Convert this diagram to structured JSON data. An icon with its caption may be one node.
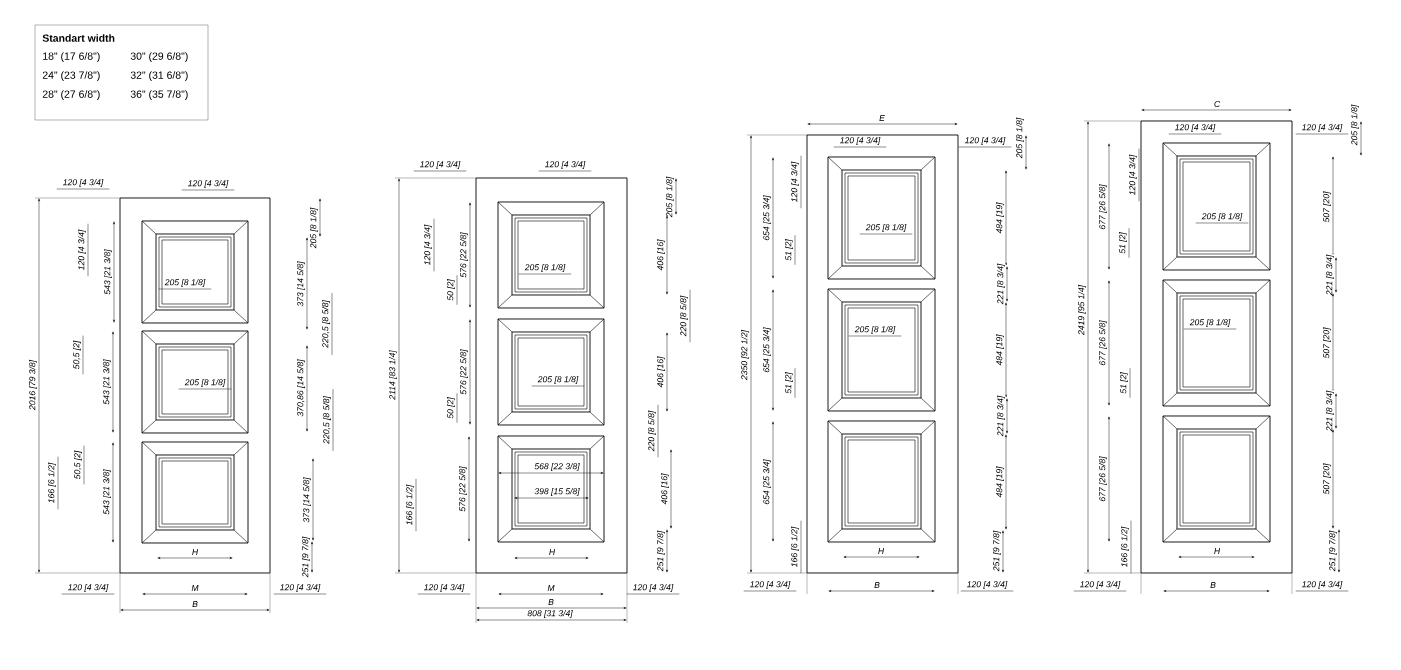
{
  "diagram": {
    "labels": [
      "Standart width",
      "18\" (17 6/8\")",
      "30\" (29 6/8\")",
      "24\" (23 7/8\")",
      "32\" (31 6/8\")",
      "28\" (27 6/8\")",
      "36\" (35 7/8\")",
      "120 [4 3/4]",
      "120 [4 3/4]",
      "205 [8 1/8]",
      "120 [4 3/4]",
      "543 [21 3/8]",
      "205 [8 1/8]",
      "373 [14 5/8]",
      "220,5 [8 5/8]",
      "50,5 [2]",
      "543 [21 3/8]",
      "205 [8 1/8]",
      "370,86 [14 5/8]",
      "220,5 [8 5/8]",
      "50,5 [2]",
      "2016 [79 3/8]",
      "166 [6 1/2]",
      "543 [21 3/8]",
      "373 [14 5/8]",
      "H",
      "251 [9 7/8]",
      "120 [4 3/4]",
      "M",
      "120 [4 3/4]",
      "B",
      "120 [4 3/4]",
      "120 [4 3/4]",
      "205 [8 1/8]",
      "120 [4 3/4]",
      "576 [22 5/8]",
      "205 [8 1/8]",
      "406 [16]",
      "50 [2]",
      "220 [8 5/8]",
      "576 [22 5/8]",
      "205 [8 1/8]",
      "406 [16]",
      "2114 [83 1/4]",
      "50 [2]",
      "220 [8 5/8]",
      "568 [22 3/8]",
      "576 [22 5/8]",
      "406 [16]",
      "398 [15 5/8]",
      "166 [6 1/2]",
      "H",
      "251 [9 7/8]",
      "120 [4 3/4]",
      "M",
      "120 [4 3/4]",
      "B",
      "808 [31 3/4]",
      "E",
      "120 [4 3/4]",
      "120 [4 3/4]",
      "205 [8 1/8]",
      "120 [4 3/4]",
      "654 [25 3/4]",
      "205 [8 1/8]",
      "484 [19]",
      "51 [2]",
      "221 [8 3/4]",
      "205 [8 1/8]",
      "2350 [92 1/2]",
      "654 [25 3/4]",
      "484 [19]",
      "51 [2]",
      "221 [8 3/4]",
      "654 [25 3/4]",
      "484 [19]",
      "166 [6 1/2]",
      "H",
      "251 [9 7/8]",
      "120 [4 3/4]",
      "B",
      "120 [4 3/4]",
      "C",
      "120 [4 3/4]",
      "120 [4 3/4]",
      "205 [8 1/8]",
      "120 [4 3/4]",
      "677 [26 5/8]",
      "205 [8 1/8]",
      "507 [20]",
      "51 [2]",
      "221 [8 3/4]",
      "2419 [95 1/4]",
      "205 [8 1/8]",
      "677 [26 5/8]",
      "507 [20]",
      "51 [2]",
      "221 [8 3/4]",
      "677 [26 5/8]",
      "507 [20]",
      "166 [6 1/2]",
      "H",
      "251 [9 7/8]",
      "120 [4 3/4]",
      "B",
      "120 [4 3/4]"
    ]
  }
}
